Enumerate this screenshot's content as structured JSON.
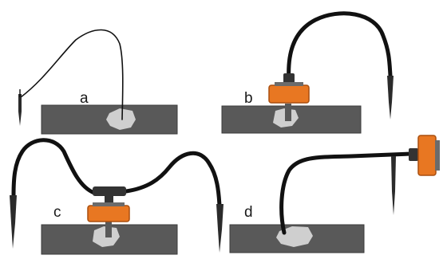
{
  "panels": [
    {
      "label": "a"
    },
    {
      "label": "b"
    },
    {
      "label": "c"
    },
    {
      "label": "d"
    }
  ],
  "colors": {
    "slab": "#595959",
    "slab_edge": "#3a3a3a",
    "cavity": "#cfcfcf",
    "tube": "#111111",
    "clamp": "#e87722",
    "clamp_edge": "#a94f0f",
    "needle": "#2b2b2b"
  },
  "icons": [
    "slab",
    "cavity",
    "tube",
    "needle",
    "orange-clamp",
    "t-connector"
  ]
}
